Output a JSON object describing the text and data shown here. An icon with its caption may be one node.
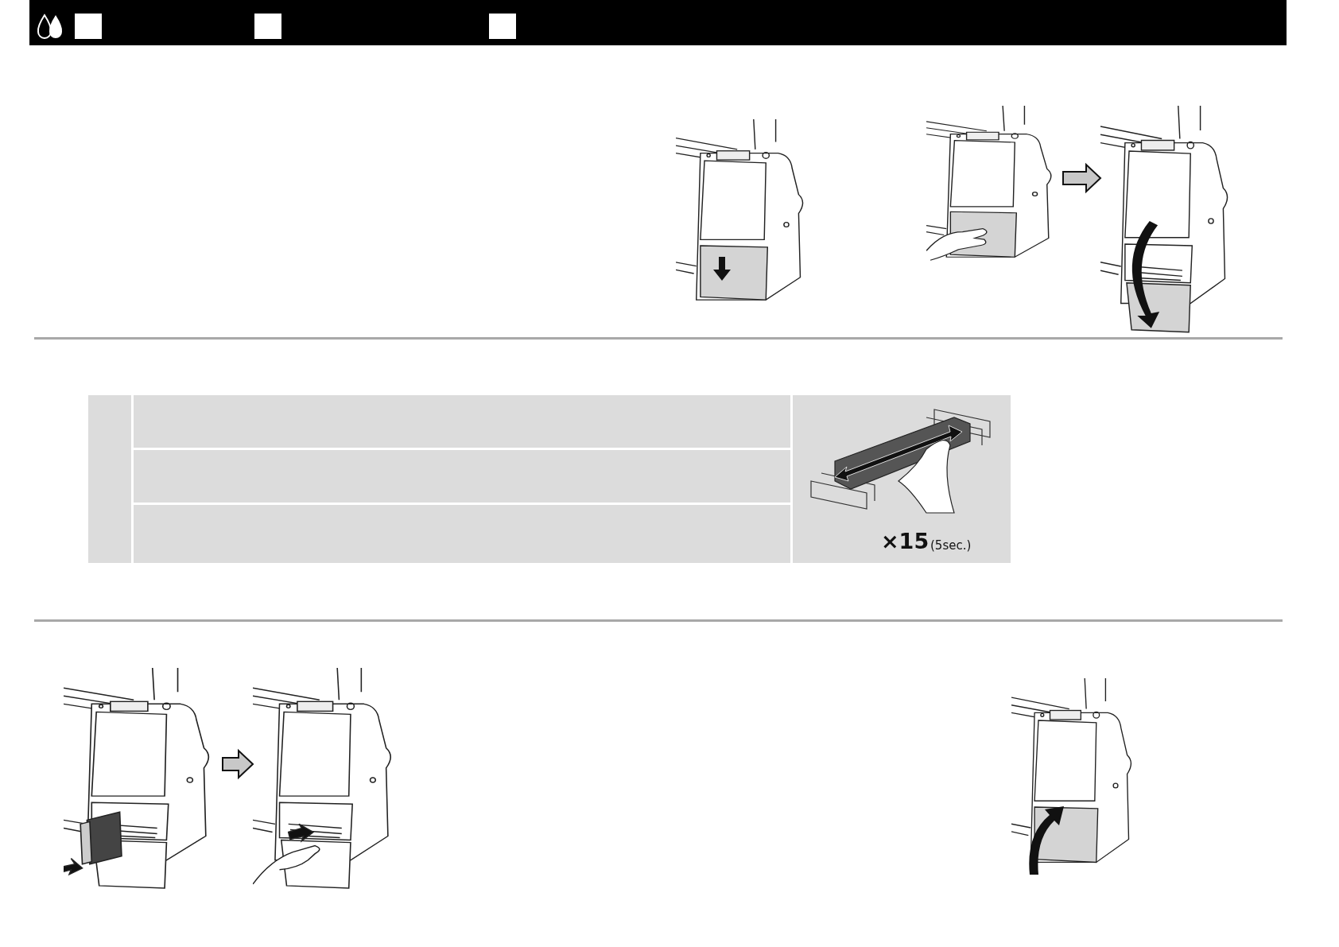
{
  "diagram": {
    "nodes": [
      {
        "text": [],
        "shape": "picture"
      },
      {
        "text": [],
        "shape": "picture"
      },
      {
        "text": [],
        "shape": "picture"
      },
      {
        "text": [],
        "shape": "picture"
      }
    ],
    "edges": [
      {
        "from": 0,
        "to": 1,
        "arrow": "to"
      },
      {
        "from": 2,
        "to": 3,
        "arrow": "to"
      }
    ],
    "labels": [
      "×15",
      "(5sec.)"
    ]
  }
}
